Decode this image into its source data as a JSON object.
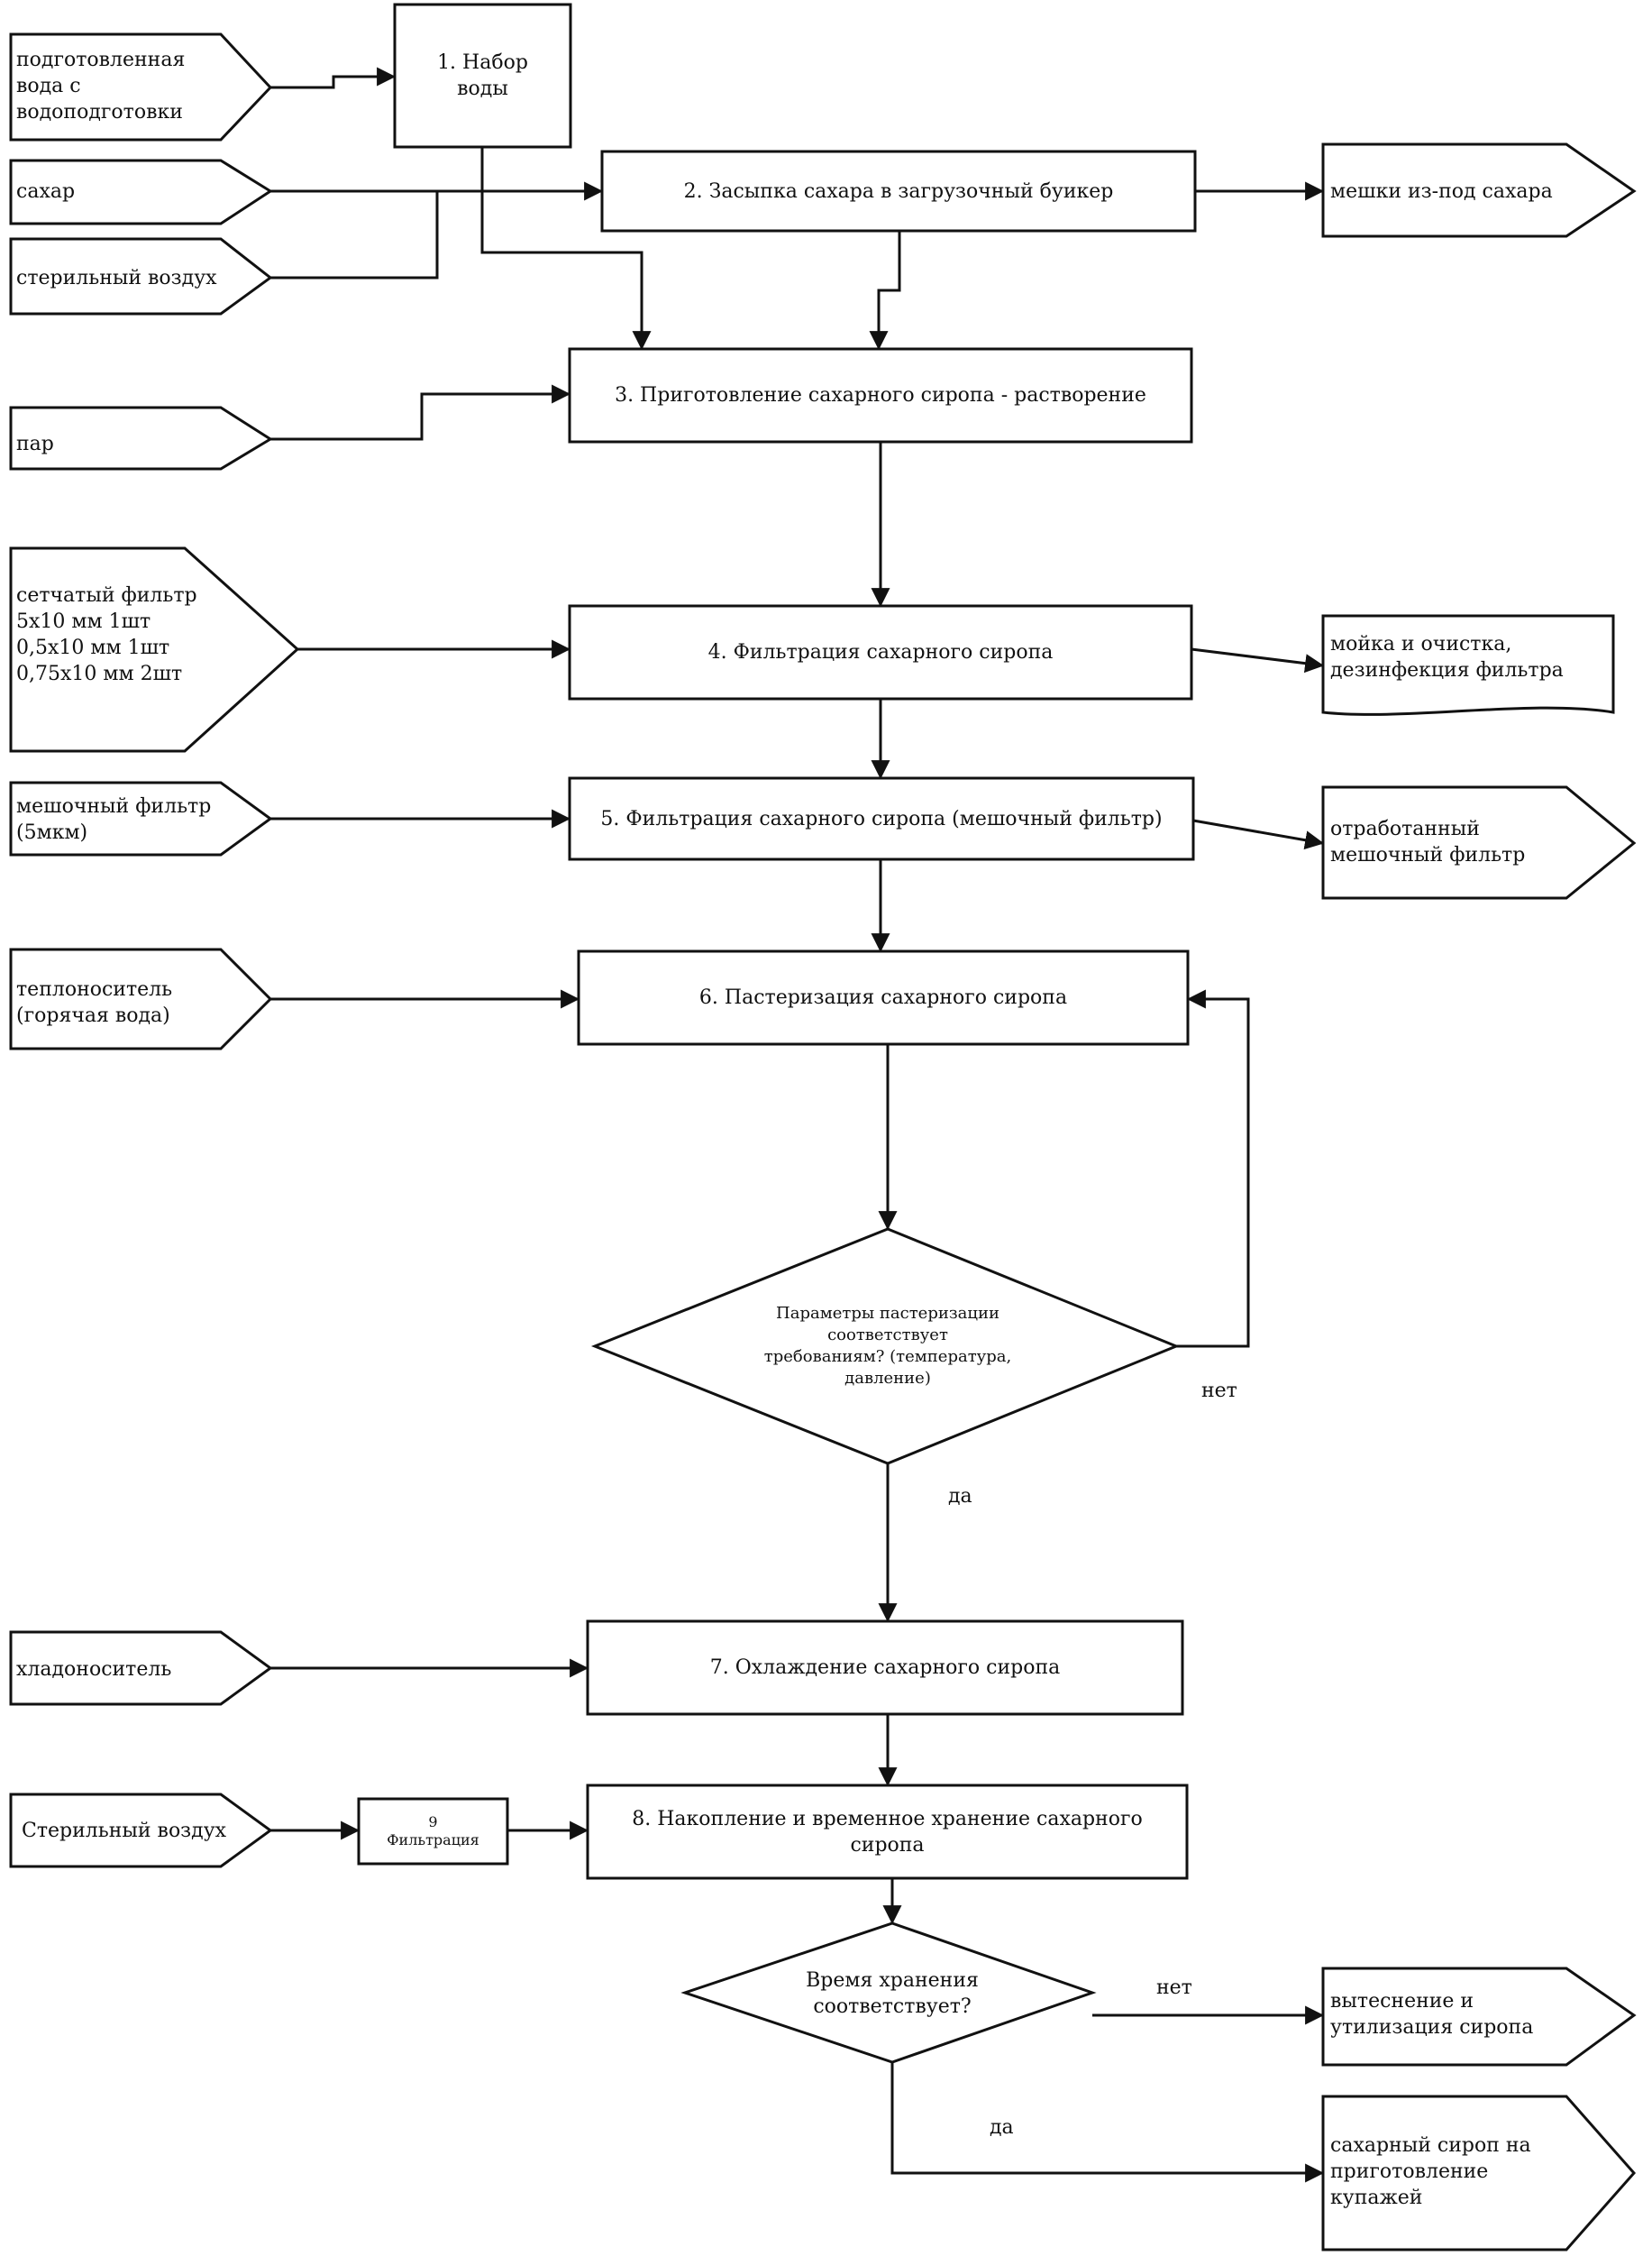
{
  "inputs": {
    "water": "подготовленная\nвода с\nводоподготовки",
    "sugar": "сахар",
    "sterile_air_1": "стерильный воздух",
    "steam": "пар",
    "mesh_filter": "сетчатый фильтр\n5x10 мм 1шт\n0,5x10 мм 1шт\n0,75x10 мм 2шт",
    "bag_filter": "мешочный фильтр\n(5мкм)",
    "heat_carrier": "теплоноситель\n(горячая вода)",
    "coolant": "хладоноситель",
    "sterile_air_2": "Стерильный воздух"
  },
  "steps": {
    "s1": "1. Набор\nводы",
    "s2": "2. Засыпка сахара в загрузочный буикер",
    "s3": "3. Приготовление сахарного сиропа - растворение",
    "s4": "4. Фильтрация сахарного сиропа",
    "s5": "5. Фильтрация сахарного сиропа (мешочный фильтр)",
    "s6": "6. Пастеризация сахарного сиропа",
    "s7": "7. Охлаждение сахарного сиропа",
    "s8": "8. Накопление и временное хранение сахарного\nсиропа",
    "s9": "9\nФильтрация"
  },
  "decisions": {
    "d1": "Параметры пастеризации\nсоответствует\nтребованиям? (температура,\nдавление)",
    "d2": "Время хранения\nсоответствует?"
  },
  "outputs": {
    "bags": "мешки из-под сахара",
    "cleaning": "мойка и очистка,\nдезинфекция фильтра",
    "used_filter": "отработанный\nмешочный фильтр",
    "disposal": "вытеснение и\nутилизация сиропа",
    "to_blending": "сахарный сироп на\nприготовление\nкупажей"
  },
  "edge_labels": {
    "d1_no": "нет",
    "d1_yes": "да",
    "d2_no": "нет",
    "d2_yes": "да"
  }
}
